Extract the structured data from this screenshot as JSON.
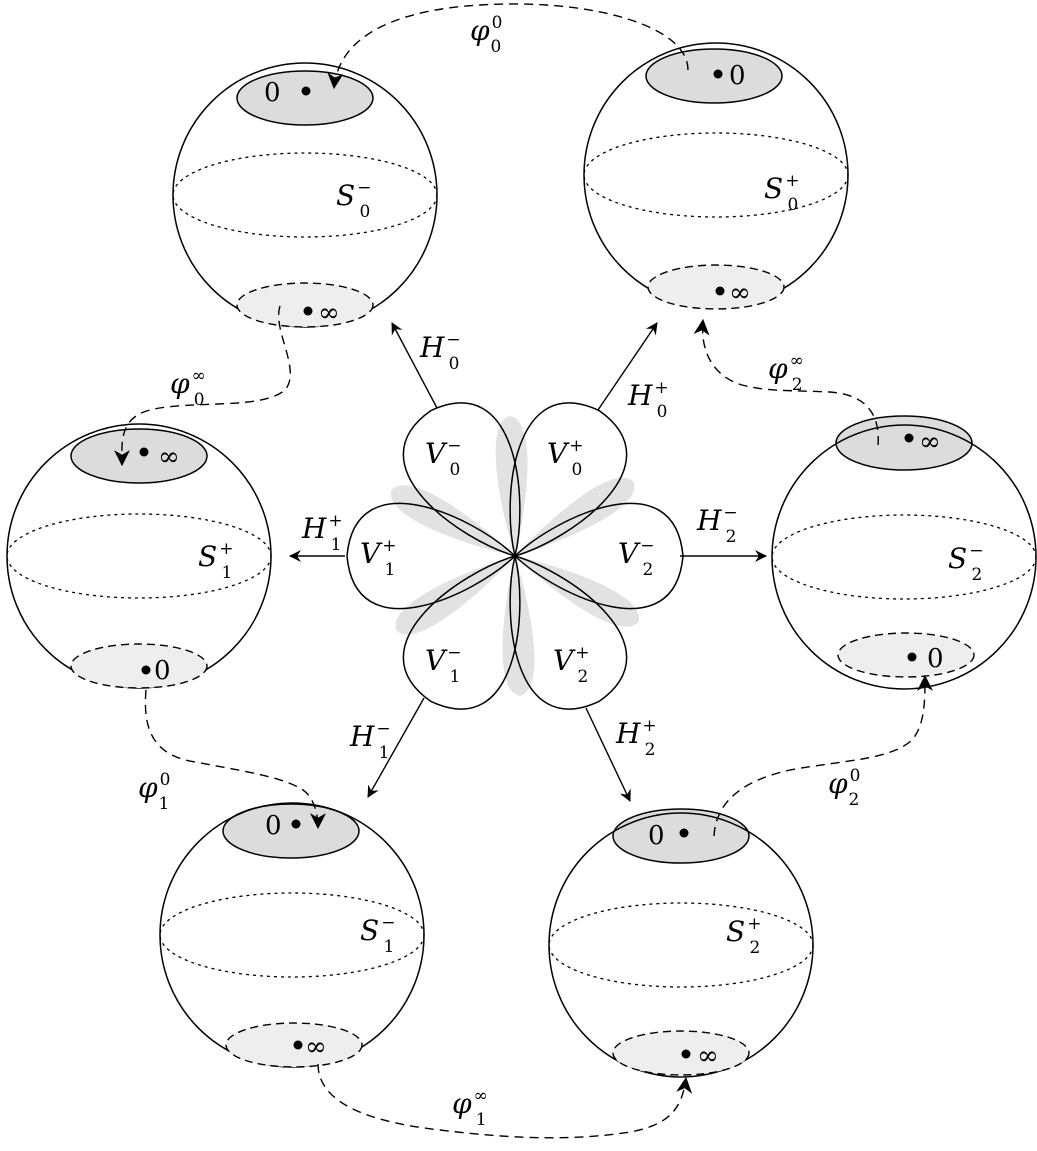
{
  "spheres": [
    {
      "name": "S",
      "sub": "0",
      "sup": "−",
      "top_label": "0",
      "bottom_label": "∞"
    },
    {
      "name": "S",
      "sub": "0",
      "sup": "+",
      "top_label": "0",
      "bottom_label": "∞"
    },
    {
      "name": "S",
      "sub": "1",
      "sup": "+",
      "top_label": "∞",
      "bottom_label": "0"
    },
    {
      "name": "S",
      "sub": "2",
      "sup": "−",
      "top_label": "∞",
      "bottom_label": "0"
    },
    {
      "name": "S",
      "sub": "1",
      "sup": "−",
      "top_label": "0",
      "bottom_label": "∞"
    },
    {
      "name": "S",
      "sub": "2",
      "sup": "+",
      "top_label": "0",
      "bottom_label": "∞"
    }
  ],
  "petals": [
    {
      "name": "V",
      "sub": "0",
      "sup": "−"
    },
    {
      "name": "V",
      "sub": "0",
      "sup": "+"
    },
    {
      "name": "V",
      "sub": "1",
      "sup": "+"
    },
    {
      "name": "V",
      "sub": "2",
      "sup": "−"
    },
    {
      "name": "V",
      "sub": "1",
      "sup": "−"
    },
    {
      "name": "V",
      "sub": "2",
      "sup": "+"
    }
  ],
  "arrows": [
    {
      "name": "H",
      "sub": "0",
      "sup": "−"
    },
    {
      "name": "H",
      "sub": "0",
      "sup": "+"
    },
    {
      "name": "H",
      "sub": "1",
      "sup": "+"
    },
    {
      "name": "H",
      "sub": "2",
      "sup": "−"
    },
    {
      "name": "H",
      "sub": "1",
      "sup": "−"
    },
    {
      "name": "H",
      "sub": "2",
      "sup": "+"
    }
  ],
  "transitions": [
    {
      "name": "φ",
      "sub": "0",
      "sup": "0"
    },
    {
      "name": "φ",
      "sub": "0",
      "sup": "∞"
    },
    {
      "name": "φ",
      "sub": "2",
      "sup": "∞"
    },
    {
      "name": "φ",
      "sub": "1",
      "sup": "0"
    },
    {
      "name": "φ",
      "sub": "2",
      "sup": "0"
    },
    {
      "name": "φ",
      "sub": "1",
      "sup": "∞"
    }
  ]
}
